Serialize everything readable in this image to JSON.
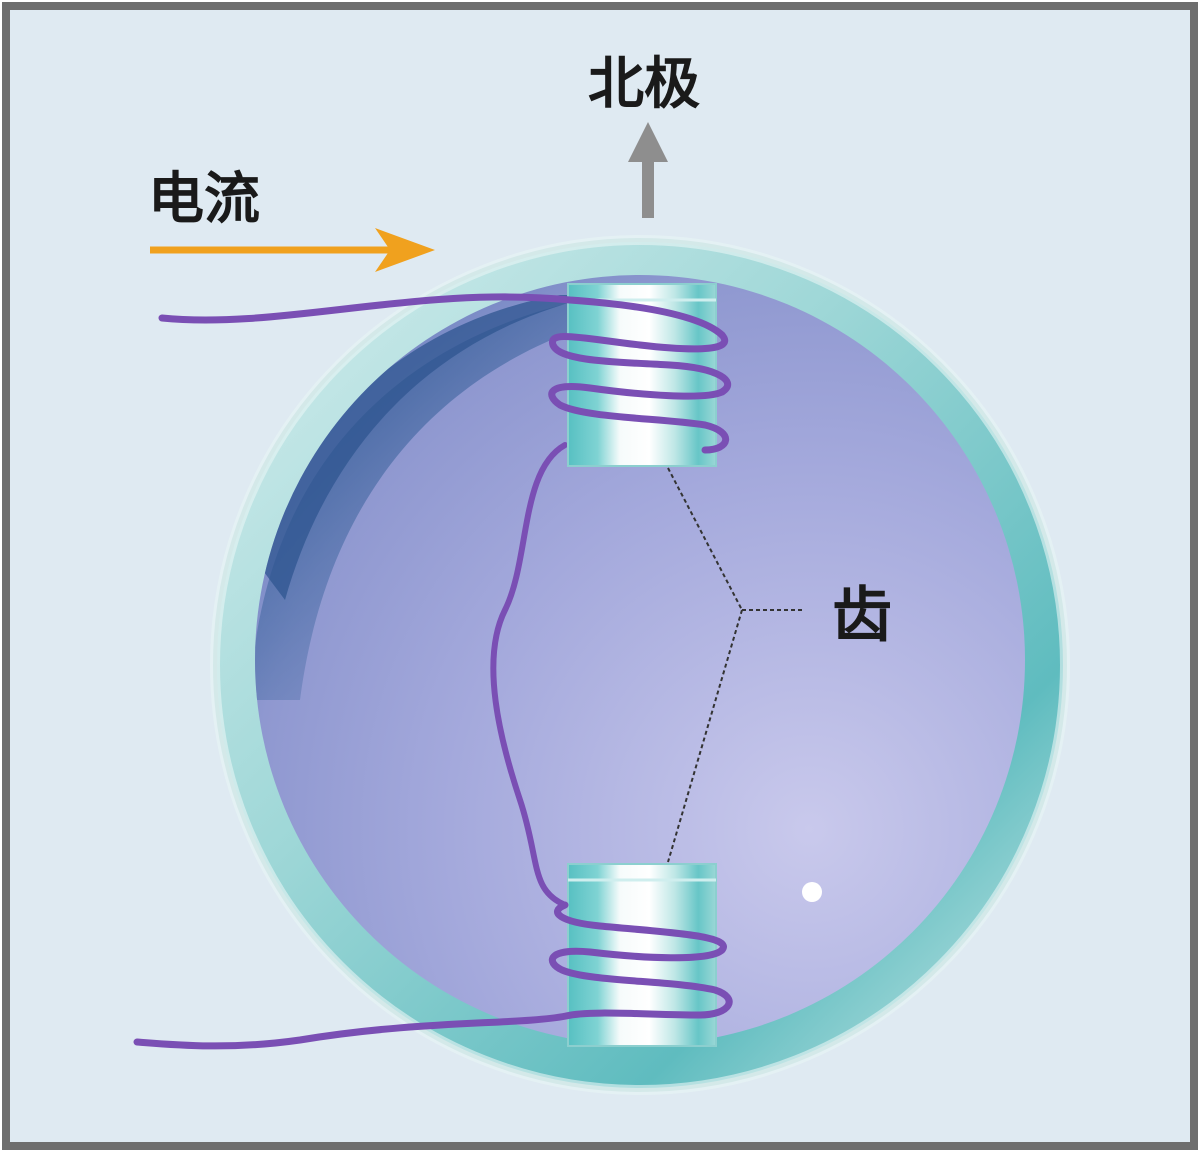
{
  "labels": {
    "north_pole": "北极",
    "current": "电流",
    "teeth": "齿"
  },
  "colors": {
    "background": "#dfeaf2",
    "frame": "#6e6e6e",
    "ring_outer": "#b9dedd",
    "ring_inner": "#7fc3c8",
    "disc": "#a7acdc",
    "disc_dark": "#3d5f98",
    "coil_wire": "#7a4fb4",
    "core_teal": "#6cc9c9",
    "current_arrow": "#f0a11e",
    "north_arrow": "#8e8e8e",
    "leader_line": "#333333"
  }
}
